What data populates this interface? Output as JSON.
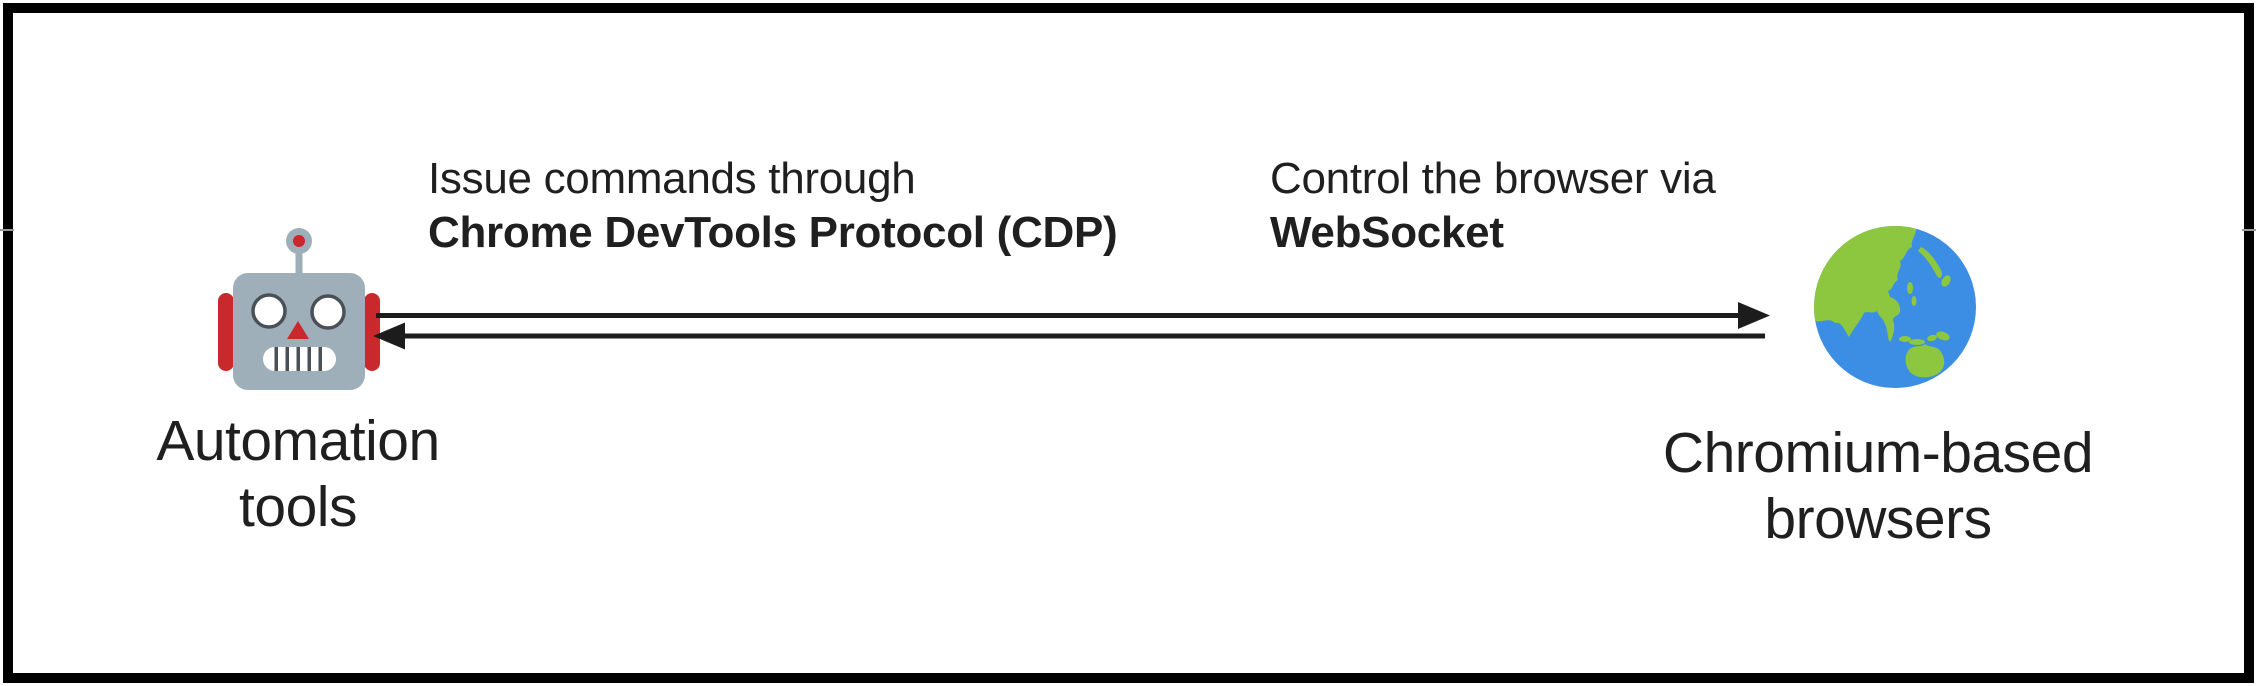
{
  "colors": {
    "ink": "#1f1f1f",
    "arrow": "#1c1c1c",
    "border": "#000000",
    "robot-head": "#9FAFBA",
    "robot-red": "#C9282D",
    "robot-outline": "#4a5156",
    "globe-ocean": "#3B8EE4",
    "globe-land": "#8DC63F"
  },
  "nodes": {
    "automation": {
      "icon": "robot-icon",
      "line1": "Automation",
      "line2": "tools"
    },
    "browsers": {
      "icon": "globe-asia-australia-icon",
      "line1": "Chromium-based",
      "line2": "browsers"
    }
  },
  "connections": {
    "forward": {
      "direction": "left-to-right",
      "line1": "Issue commands through",
      "line2": "Chrome DevTools Protocol (CDP)"
    },
    "reverse": {
      "direction": "right-to-left",
      "line1": "Control the browser via",
      "line2": "WebSocket"
    }
  }
}
